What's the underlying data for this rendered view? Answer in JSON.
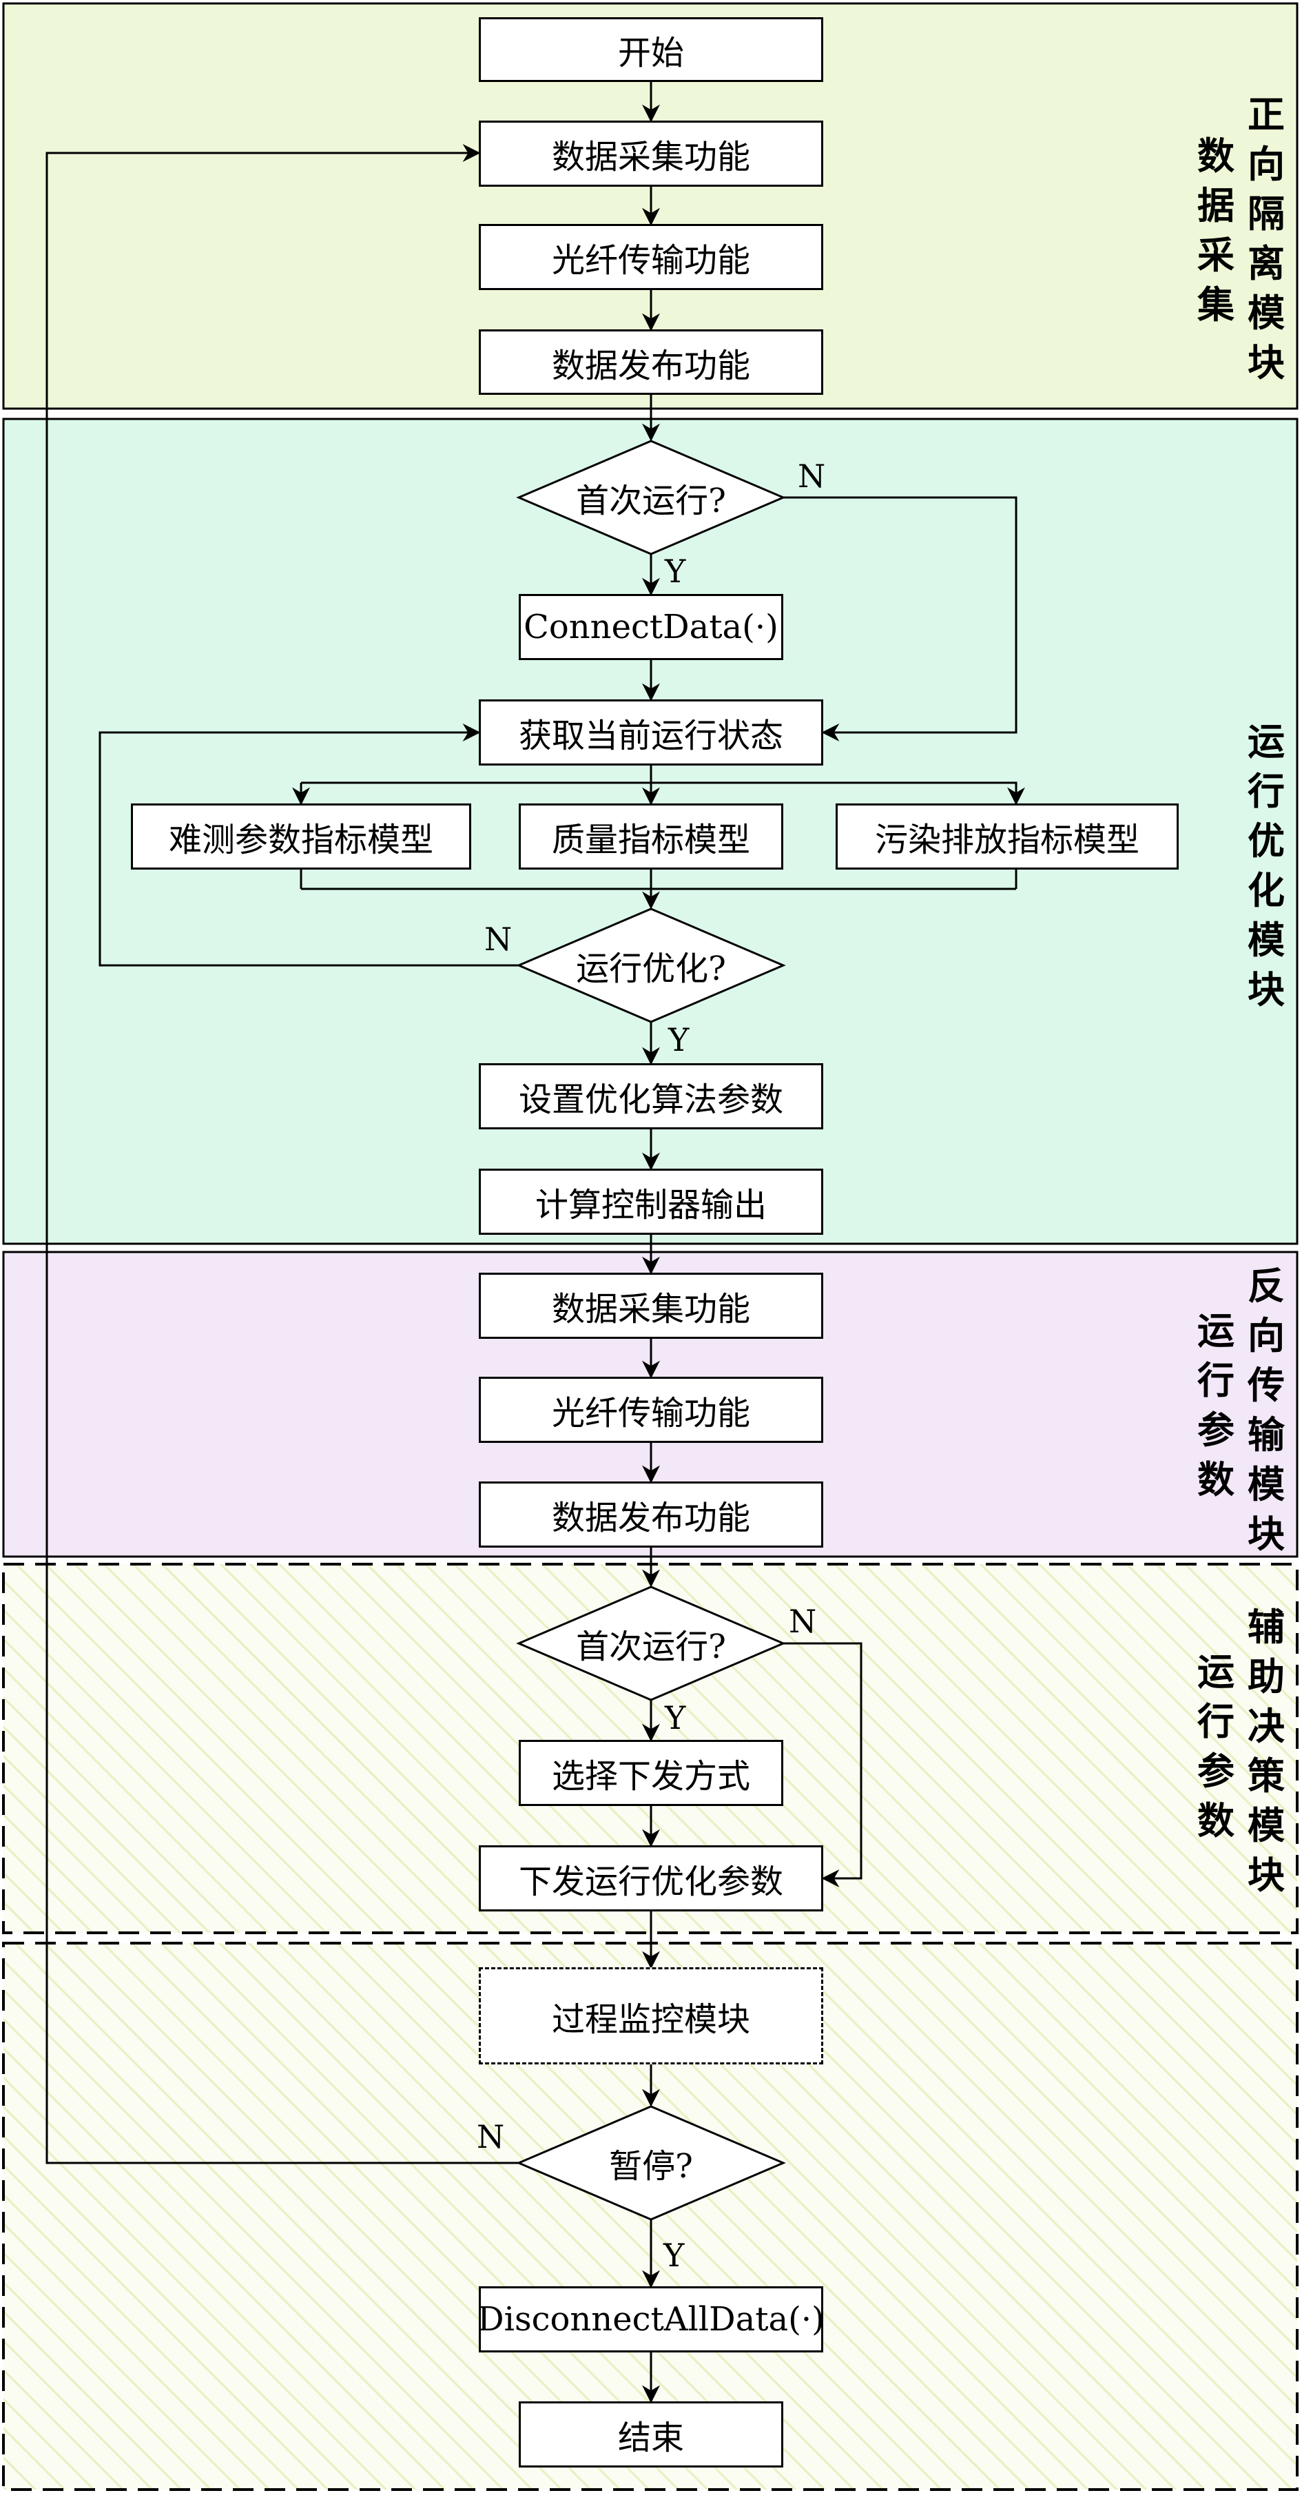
{
  "colors": {
    "section1_fill": "#eef8d8",
    "section2_fill": "#dcf8ea",
    "section3_fill": "#f2e8f8",
    "section45_fill": "#fbfcf2",
    "hatch": "#e8f0c0",
    "stroke": "#000000"
  },
  "sections": {
    "s1": {
      "title": "正向隔离模块",
      "subtitle": "数据采集"
    },
    "s2": {
      "title": "运行优化模块"
    },
    "s3": {
      "title": "反向传输模块",
      "subtitle": "运行参数"
    },
    "s4": {
      "title": "辅助决策模块",
      "subtitle": "运行参数"
    }
  },
  "nodes": {
    "start": "开始",
    "collect1": "数据采集功能",
    "fiber1": "光纤传输功能",
    "publish1": "数据发布功能",
    "first_run1": "首次运行?",
    "connect": "ConnectData(·)",
    "get_state": "获取当前运行状态",
    "model_hard": "难测参数指标模型",
    "model_quality": "质量指标模型",
    "model_emission": "污染排放指标模型",
    "optimize": "运行优化?",
    "set_params": "设置优化算法参数",
    "calc_output": "计算控制器输出",
    "collect2": "数据采集功能",
    "fiber2": "光纤传输功能",
    "publish2": "数据发布功能",
    "first_run2": "首次运行?",
    "choose_mode": "选择下发方式",
    "dispatch": "下发运行优化参数",
    "monitor": "过程监控模块",
    "pause": "暂停?",
    "disconnect": "DisconnectAllData(·)",
    "end": "结束"
  },
  "labels": {
    "yes": "Y",
    "no": "N"
  }
}
